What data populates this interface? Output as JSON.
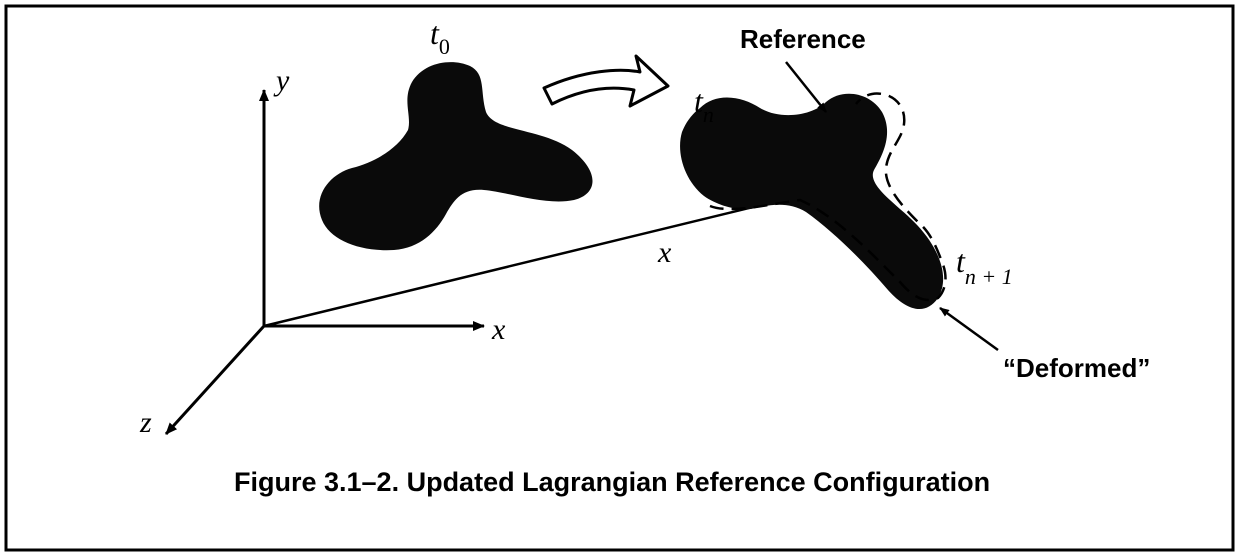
{
  "figure": {
    "caption": "Figure 3.1–2. Updated Lagrangian Reference Configuration",
    "axes": {
      "x_label": "x",
      "y_label": "y",
      "z_label": "z"
    },
    "position_vector_label": "x",
    "time_labels": {
      "initial": {
        "base": "t",
        "sub": "0"
      },
      "current": {
        "base": "t",
        "sub": "n"
      },
      "next": {
        "base": "t",
        "sub": "n + 1"
      }
    },
    "annotations": {
      "reference": "Reference",
      "deformed": "“Deformed”"
    }
  }
}
